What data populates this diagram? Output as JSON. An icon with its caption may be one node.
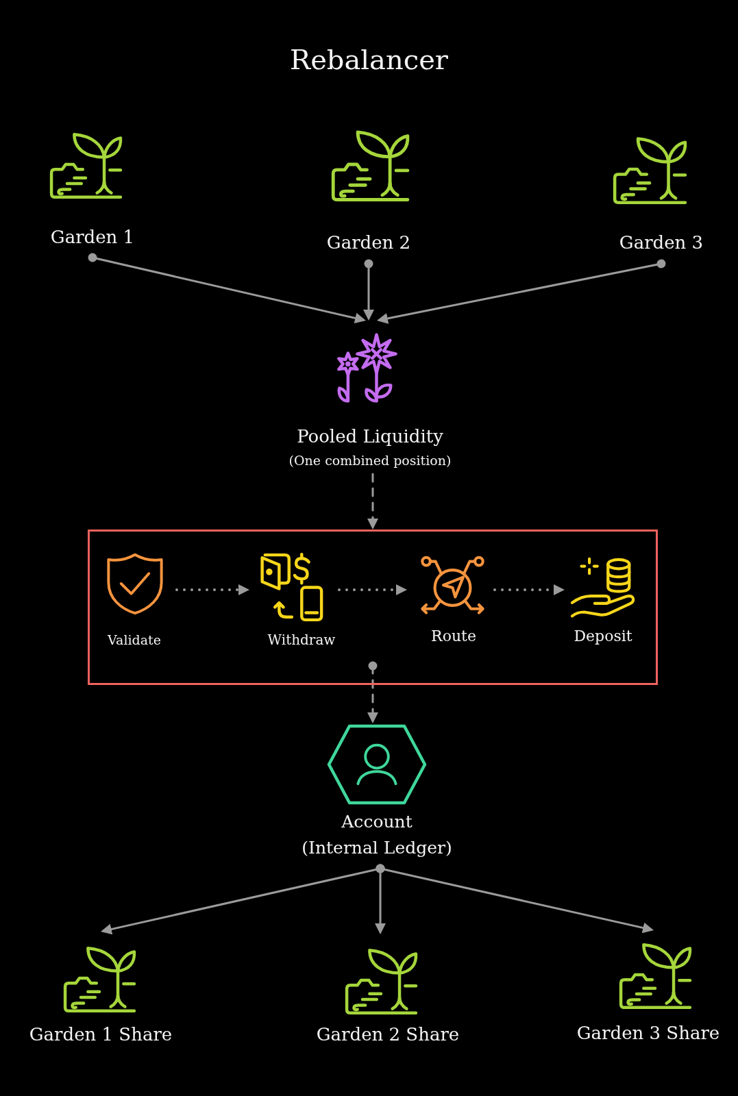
{
  "diagram": {
    "title": "Rebalancer",
    "nodes": [
      {
        "text": [
          "Garden 1"
        ]
      },
      {
        "text": [
          "Garden 2"
        ]
      },
      {
        "text": [
          "Garden 3"
        ]
      },
      {
        "text": [
          "Pooled Liquidity",
          "(One combined position)"
        ]
      },
      {
        "text": [],
        "shape": "box"
      },
      {
        "text": [
          "Validate"
        ],
        "in": 4
      },
      {
        "text": [
          "Withdraw"
        ],
        "in": 4
      },
      {
        "text": [
          "Route"
        ],
        "in": 4
      },
      {
        "text": [
          "Deposit"
        ],
        "in": 4
      },
      {
        "text": [
          "Account",
          "(Internal Ledger)"
        ]
      },
      {
        "text": [
          "Garden 1 Share"
        ]
      },
      {
        "text": [
          "Garden 2 Share"
        ]
      },
      {
        "text": [
          "Garden 3 Share"
        ]
      }
    ],
    "edges": [
      {
        "from": 0,
        "to": 3,
        "arrow": "to"
      },
      {
        "from": 1,
        "to": 3,
        "arrow": "to"
      },
      {
        "from": 2,
        "to": 3,
        "arrow": "to"
      },
      {
        "from": 3,
        "to": 4,
        "arrow": "to",
        "style": "dashed"
      },
      {
        "from": 5,
        "to": 6,
        "arrow": "to",
        "style": "dashed"
      },
      {
        "from": 6,
        "to": 7,
        "arrow": "to",
        "style": "dashed"
      },
      {
        "from": 7,
        "to": 8,
        "arrow": "to",
        "style": "dashed"
      },
      {
        "from": 4,
        "to": 9,
        "arrow": "to",
        "style": "dashed"
      },
      {
        "from": 9,
        "to": 10,
        "arrow": "to"
      },
      {
        "from": 9,
        "to": 11,
        "arrow": "to"
      },
      {
        "from": 9,
        "to": 12,
        "arrow": "to"
      }
    ]
  }
}
